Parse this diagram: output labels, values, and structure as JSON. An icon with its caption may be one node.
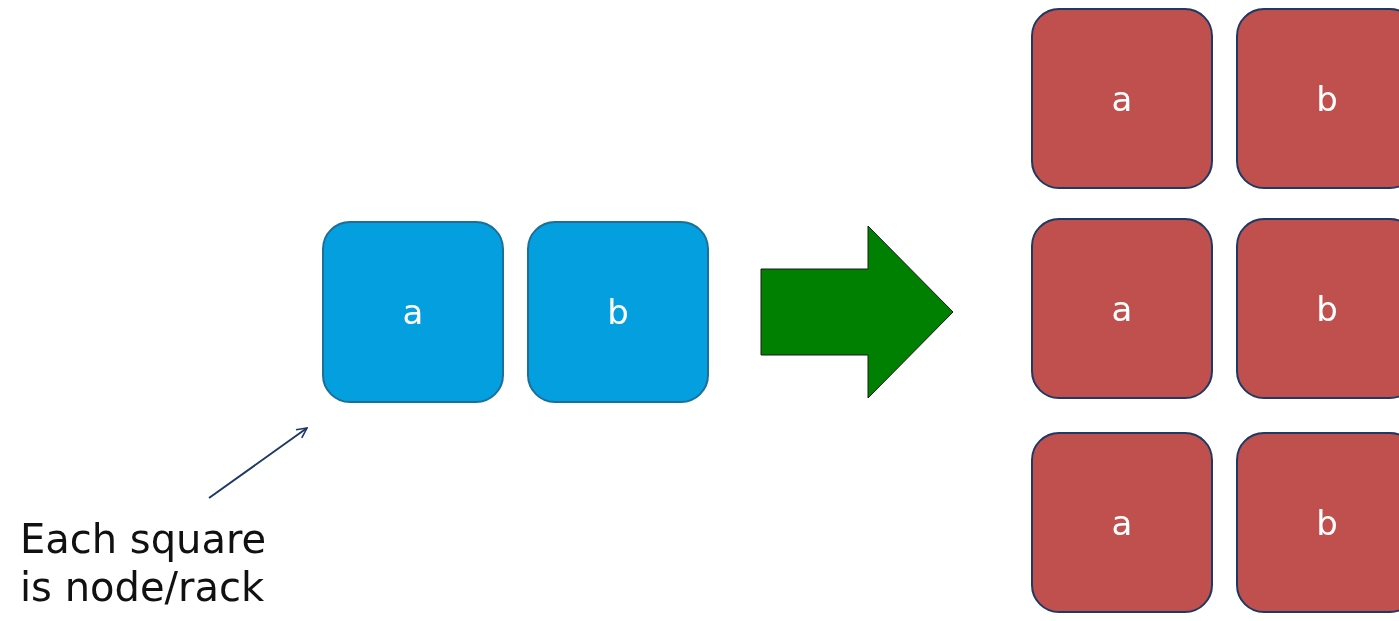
{
  "diagram": {
    "nodes": [
      {
        "text": [
          "a"
        ]
      },
      {
        "text": [
          "b"
        ]
      },
      {
        "text": [
          "a"
        ]
      },
      {
        "text": [
          "b"
        ]
      },
      {
        "text": [
          "a"
        ]
      },
      {
        "text": [
          "b"
        ]
      },
      {
        "text": [
          "a"
        ]
      },
      {
        "text": [
          "b"
        ]
      },
      {
        "text": [
          "Each square is node/rack"
        ]
      }
    ],
    "edges": [
      {
        "from": 1,
        "to": 4,
        "arrow": "to",
        "style": "thick",
        "color": "#008000"
      },
      {
        "from": 8,
        "to": 0,
        "arrow": "to"
      }
    ]
  }
}
